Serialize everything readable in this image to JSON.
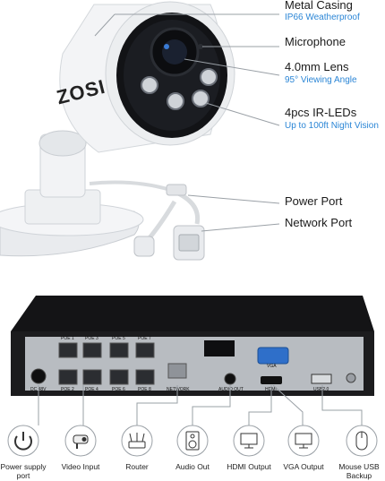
{
  "callouts": [
    {
      "id": "casing",
      "title": "Metal Casing",
      "subtitle": "IP66 Weatherproof"
    },
    {
      "id": "mic",
      "title": "Microphone",
      "subtitle": ""
    },
    {
      "id": "lens",
      "title": "4.0mm Lens",
      "subtitle": "95° Viewing Angle"
    },
    {
      "id": "ir",
      "title": "4pcs IR-LEDs",
      "subtitle": "Up to 100ft Night Vision"
    },
    {
      "id": "power",
      "title": "Power Port",
      "subtitle": ""
    },
    {
      "id": "network",
      "title": "Network Port",
      "subtitle": ""
    }
  ],
  "camera": {
    "brand": "ZOSI"
  },
  "nvr": {
    "poe_top": [
      "POE 1",
      "POE 3",
      "POE 5",
      "POE 7"
    ],
    "poe_bottom": [
      "POE 2",
      "POE 4",
      "POE 6",
      "POE 8"
    ],
    "dc_label": "DC 48V",
    "network_label": "NETWORK",
    "audio_label": "AUDIO OUT",
    "vga_label": "VGA",
    "hdmi_label": "HDMI",
    "usb_label": "USB2.0"
  },
  "ports": [
    {
      "label": "Power supply port",
      "icon": "power-icon"
    },
    {
      "label": "Video Input",
      "icon": "camera-icon"
    },
    {
      "label": "Router",
      "icon": "router-icon"
    },
    {
      "label": "Audio Out",
      "icon": "speaker-icon"
    },
    {
      "label": "HDMI Output",
      "icon": "monitor-icon"
    },
    {
      "label": "VGA Output",
      "icon": "monitor-icon"
    },
    {
      "label": "Mouse USB Backup",
      "icon": "mouse-icon"
    }
  ],
  "colors": {
    "accent": "#2b86d6",
    "callout_line": "#9aa0a6",
    "device": "#1c1c1e"
  }
}
